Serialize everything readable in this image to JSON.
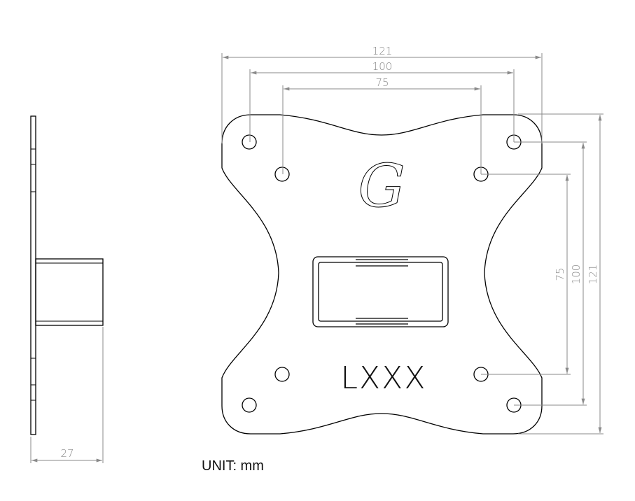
{
  "front_view": {
    "logo_letter": "G",
    "model_label": "LXXX",
    "dimensions": {
      "width_overall": "121",
      "width_outer_holes": "100",
      "width_inner_holes": "75",
      "height_overall": "121",
      "height_outer_holes": "100",
      "height_inner_holes": "75"
    }
  },
  "side_view": {
    "depth": "27"
  },
  "unit_label": "UNIT: mm",
  "colors": {
    "line": "#000000",
    "dimension": "#8a8a8a"
  }
}
